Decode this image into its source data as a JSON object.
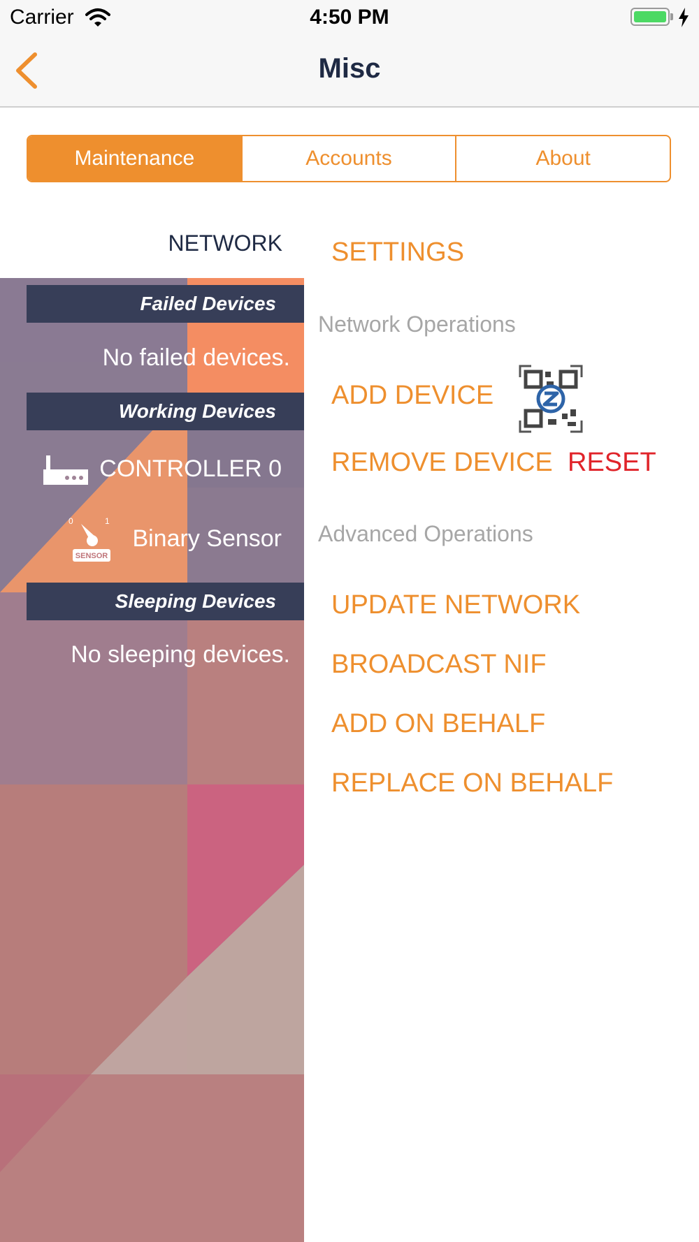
{
  "status_bar": {
    "carrier": "Carrier",
    "time": "4:50 PM",
    "wifi_icon": "wifi-icon",
    "battery_icon": "battery-charging-icon",
    "battery_color": "#4cd964"
  },
  "nav": {
    "back_icon": "chevron-left-icon",
    "title": "Misc"
  },
  "segments": [
    {
      "label": "Maintenance",
      "active": true
    },
    {
      "label": "Accounts",
      "active": false
    },
    {
      "label": "About",
      "active": false
    }
  ],
  "subtabs": {
    "network": "NETWORK",
    "settings": "SETTINGS"
  },
  "devices": {
    "failed_header": "Failed Devices",
    "failed_empty": "No failed devices.",
    "working_header": "Working Devices",
    "working": [
      {
        "name": "CONTROLLER 0",
        "icon": "controller-router-icon"
      },
      {
        "name": "Binary Sensor",
        "icon": "binary-sensor-icon",
        "icon_label": "SENSOR",
        "dial_low": "0",
        "dial_high": "1"
      }
    ],
    "sleeping_header": "Sleeping Devices",
    "sleeping_empty": "No sleeping devices."
  },
  "operations": {
    "network_header": "Network Operations",
    "add_device": "ADD DEVICE",
    "qr_icon": "qr-code-scan-icon",
    "remove_device": "REMOVE DEVICE",
    "reset": "RESET",
    "advanced_header": "Advanced Operations",
    "update_network": "UPDATE NETWORK",
    "broadcast_nif": "BROADCAST NIF",
    "add_on_behalf": "ADD ON BEHALF",
    "replace_on_behalf": "REPLACE ON BEHALF"
  },
  "colors": {
    "accent": "#ee8f2e",
    "danger": "#e0242a",
    "title_text": "#1f2a44",
    "section_header_bg": "#373e58",
    "muted_text": "#a6a6a6"
  }
}
